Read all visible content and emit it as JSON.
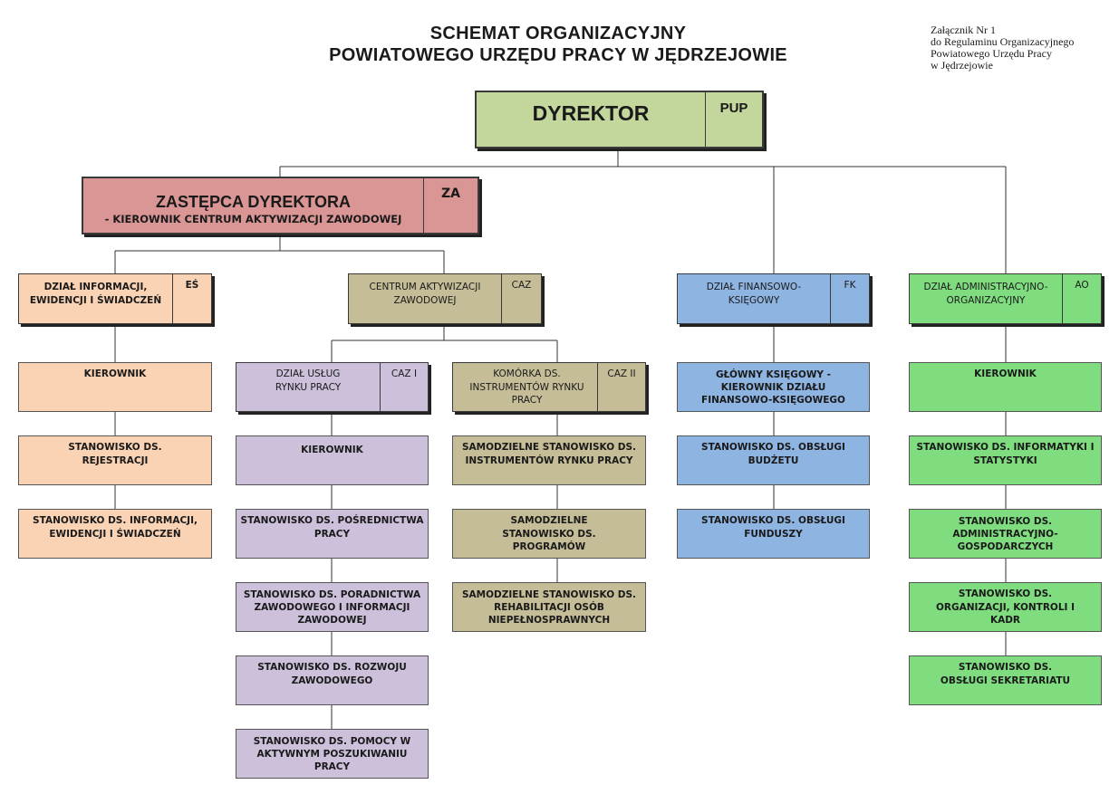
{
  "title": {
    "line1": "SCHEMAT ORGANIZACYJNY",
    "line2": "POWIATOWEGO URZĘDU PRACY W JĘDRZEJOWIE"
  },
  "annex": {
    "line1": "Załącznik Nr 1",
    "line2": "do Regulaminu Organizacyjnego",
    "line3": "Powiatowego Urzędu Pracy",
    "line4": "w Jędrzejowie"
  },
  "director": {
    "label": "DYREKTOR",
    "code": "PUP"
  },
  "deputy": {
    "label": "ZASTĘPCA DYREKTORA",
    "sublabel": "- KIEROWNIK CENTRUM AKTYWIZACJI ZAWODOWEJ",
    "code": "ZA"
  },
  "es": {
    "label": "DZIAŁ INFORMACJI, EWIDENCJI I ŚWIADCZEŃ",
    "code": "EŚ",
    "items": [
      "KIEROWNIK",
      "STANOWISKO DS. REJESTRACJI",
      "STANOWISKO DS. INFORMACJI, EWIDENCJI I ŚWIADCZEŃ"
    ]
  },
  "caz": {
    "label": "CENTRUM AKTYWIZACJI ZAWODOWEJ",
    "code": "CAZ"
  },
  "caz1": {
    "label": "DZIAŁ USŁUG RYNKU PRACY",
    "code": "CAZ I",
    "items": [
      "KIEROWNIK",
      "STANOWISKO DS. POŚREDNICTWA PRACY",
      "STANOWISKO DS. PORADNICTWA ZAWODOWEGO I INFORMACJI ZAWODOWEJ",
      "STANOWISKO DS. ROZWOJU ZAWODOWEGO",
      "STANOWISKO DS. POMOCY W AKTYWNYM POSZUKIWANIU PRACY"
    ]
  },
  "caz2": {
    "label": "KOMÓRKA DS. INSTRUMENTÓW RYNKU PRACY",
    "code": "CAZ II",
    "items": [
      "SAMODZIELNE STANOWISKO DS. INSTRUMENTÓW RYNKU PRACY",
      "SAMODZIELNE STANOWISKO DS. PROGRAMÓW",
      "SAMODZIELNE STANOWISKO DS. REHABILITACJI OSÓB NIEPEŁNOSPRAWNYCH"
    ]
  },
  "fk": {
    "label": "DZIAŁ FINANSOWO-KSIĘGOWY",
    "code": "FK",
    "items": [
      "GŁÓWNY KSIĘGOWY - KIEROWNIK DZIAŁU FINANSOWO-KSIĘGOWEGO",
      "STANOWISKO DS. OBSŁUGI BUDŻETU",
      "STANOWISKO DS. OBSŁUGI FUNDUSZY"
    ]
  },
  "ao": {
    "label": "DZIAŁ ADMINISTRACYJNO-ORGANIZACYJNY",
    "code": "AO",
    "items": [
      "KIEROWNIK",
      "STANOWISKO DS. INFORMATYKI I STATYSTYKI",
      "STANOWISKO DS. ADMINISTRACYJNO-GOSPODARCZYCH",
      "STANOWISKO DS. ORGANIZACJI, KONTROLI I KADR",
      "STANOWISKO DS. OBSŁUGI SEKRETARIATU"
    ]
  }
}
